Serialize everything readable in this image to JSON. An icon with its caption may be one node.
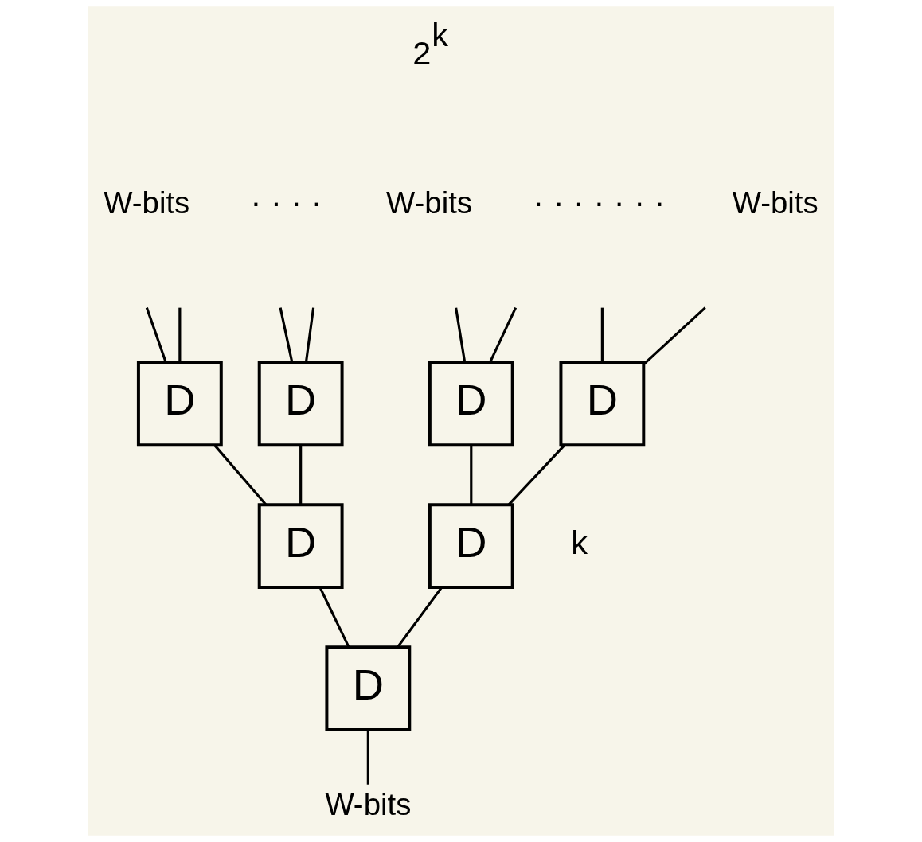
{
  "diagram": {
    "nodes": [
      {
        "text": [
          "W-bits"
        ]
      },
      {
        "text": [
          "W-bits"
        ]
      },
      {
        "text": [
          "W-bits"
        ]
      },
      {
        "text": [
          "D"
        ]
      },
      {
        "text": [
          "D"
        ]
      },
      {
        "text": [
          "D"
        ]
      },
      {
        "text": [
          "D"
        ]
      },
      {
        "text": [
          "D"
        ]
      },
      {
        "text": [
          "D"
        ]
      },
      {
        "text": [
          "D"
        ]
      },
      {
        "text": [
          "W-bits"
        ]
      }
    ],
    "edges": [
      {
        "from": null,
        "to": 3,
        "arrow": "none"
      },
      {
        "from": null,
        "to": 3,
        "arrow": "none"
      },
      {
        "from": null,
        "to": 4,
        "arrow": "none"
      },
      {
        "from": null,
        "to": 4,
        "arrow": "none"
      },
      {
        "from": null,
        "to": 5,
        "arrow": "none"
      },
      {
        "from": null,
        "to": 5,
        "arrow": "none"
      },
      {
        "from": null,
        "to": 6,
        "arrow": "none"
      },
      {
        "from": null,
        "to": 6,
        "arrow": "none"
      },
      {
        "from": 3,
        "to": 7,
        "arrow": "none"
      },
      {
        "from": 4,
        "to": 7,
        "arrow": "none"
      },
      {
        "from": 5,
        "to": 8,
        "arrow": "none"
      },
      {
        "from": 6,
        "to": 8,
        "arrow": "none"
      },
      {
        "from": 7,
        "to": 9,
        "arrow": "none"
      },
      {
        "from": 8,
        "to": 9,
        "arrow": "none"
      },
      {
        "from": 9,
        "to": 10,
        "arrow": "none"
      }
    ],
    "labels": [
      "2$^{k}$",
      "· · · ·",
      "· · · · · · ·",
      "k"
    ]
  }
}
